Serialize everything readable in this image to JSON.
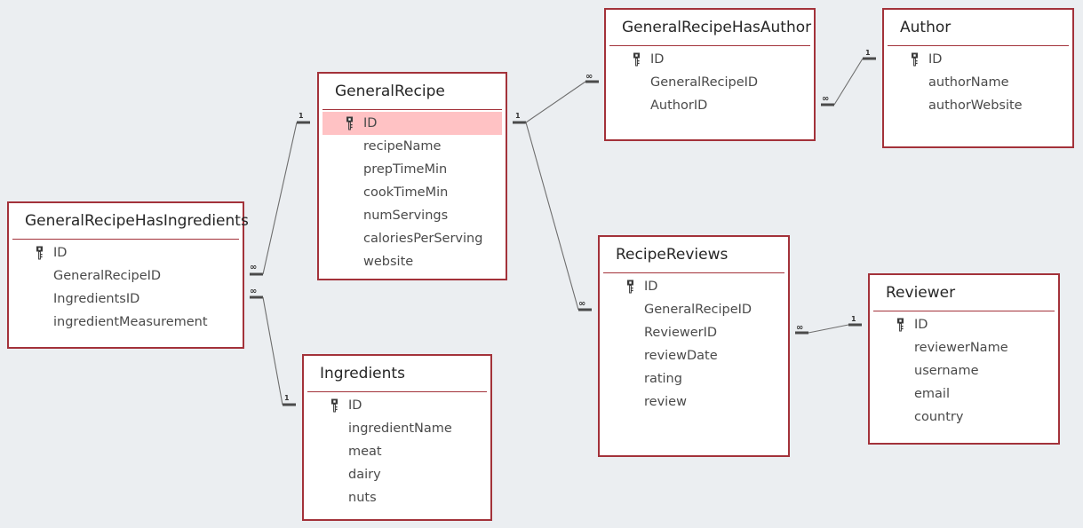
{
  "tables": {
    "general_recipe_has_ingredients": {
      "title": "GeneralRecipeHasIngredients",
      "fields": [
        "ID",
        "GeneralRecipeID",
        "IngredientsID",
        "ingredientMeasurement"
      ]
    },
    "general_recipe": {
      "title": "GeneralRecipe",
      "fields": [
        "ID",
        "recipeName",
        "prepTimeMin",
        "cookTimeMin",
        "numServings",
        "caloriesPerServing",
        "website"
      ]
    },
    "ingredients": {
      "title": "Ingredients",
      "fields": [
        "ID",
        "ingredientName",
        "meat",
        "dairy",
        "nuts"
      ]
    },
    "general_recipe_has_author": {
      "title": "GeneralRecipeHasAuthor",
      "fields": [
        "ID",
        "GeneralRecipeID",
        "AuthorID"
      ]
    },
    "author": {
      "title": "Author",
      "fields": [
        "ID",
        "authorName",
        "authorWebsite"
      ]
    },
    "recipe_reviews": {
      "title": "RecipeReviews",
      "fields": [
        "ID",
        "GeneralRecipeID",
        "ReviewerID",
        "reviewDate",
        "rating",
        "review"
      ]
    },
    "reviewer": {
      "title": "Reviewer",
      "fields": [
        "ID",
        "reviewerName",
        "username",
        "email",
        "country"
      ]
    }
  },
  "selected_field": "general_recipe.ID",
  "relationships": [
    {
      "from": "general_recipe_has_ingredients",
      "to": "general_recipe",
      "one_label": "1",
      "many_label": "∞"
    },
    {
      "from": "general_recipe_has_ingredients",
      "to": "ingredients",
      "one_label": "1",
      "many_label": "∞"
    },
    {
      "from": "general_recipe_has_author",
      "to": "general_recipe",
      "one_label": "1",
      "many_label": "∞"
    },
    {
      "from": "general_recipe_has_author",
      "to": "author",
      "one_label": "1",
      "many_label": "∞"
    },
    {
      "from": "recipe_reviews",
      "to": "general_recipe",
      "one_label": "1",
      "many_label": "∞"
    },
    {
      "from": "recipe_reviews",
      "to": "reviewer",
      "one_label": "1",
      "many_label": "∞"
    }
  ],
  "colors": {
    "table_border": "#a3323a",
    "selected_row": "#ffc2c4",
    "background": "#ebeef1"
  }
}
